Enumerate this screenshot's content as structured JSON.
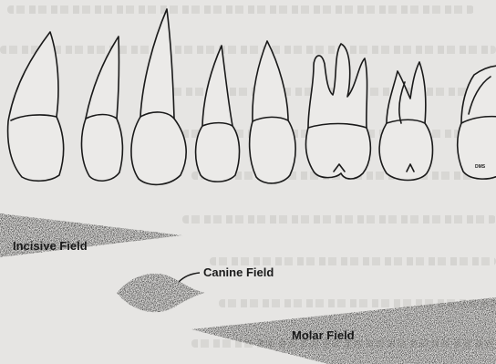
{
  "fields": {
    "incisive": "Incisive Field",
    "canine": "Canine Field",
    "molar": "Molar Field"
  },
  "signature": "DMS",
  "teeth": [
    "central-incisor",
    "lateral-incisor",
    "canine",
    "first-premolar",
    "second-premolar",
    "first-molar",
    "second-molar",
    "third-molar"
  ]
}
